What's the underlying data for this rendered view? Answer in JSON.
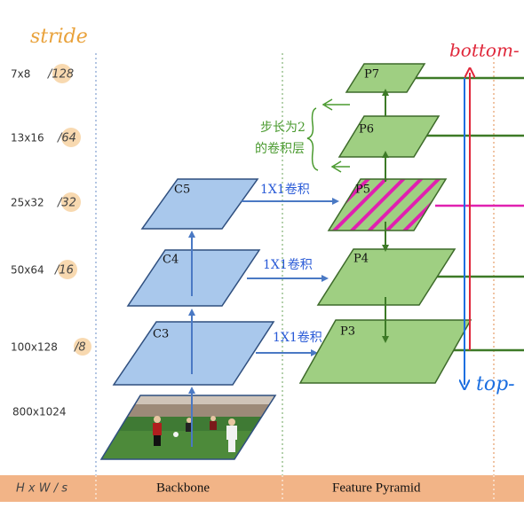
{
  "stride_label": "stride",
  "rows": [
    {
      "res": "7x8",
      "stride": "/128"
    },
    {
      "res": "13x16",
      "stride": "/64"
    },
    {
      "res": "25x32",
      "stride": "/32"
    },
    {
      "res": "50x64",
      "stride": "/16"
    },
    {
      "res": "100x128",
      "stride": "/8"
    },
    {
      "res": "800x1024",
      "stride": ""
    }
  ],
  "backbone": {
    "levels": [
      "C5",
      "C4",
      "C3"
    ]
  },
  "pyramid": {
    "levels": [
      "P7",
      "P6",
      "P5",
      "P4",
      "P3"
    ]
  },
  "annotations": {
    "conv1x1": "1X1卷积",
    "stride2_line1": "步长为2",
    "stride2_line2": "的卷积层",
    "bottom": "bottom-",
    "top": "top-"
  },
  "footer": {
    "hws": "H x W  / s",
    "backbone": "Backbone",
    "pyramid": "Feature Pyramid"
  },
  "colors": {
    "backbone_fill": "#a9c8ec",
    "backbone_stroke": "#2f4f7f",
    "pyramid_fill": "#9fcf82",
    "pyramid_stroke": "#3d6a2a",
    "footer": "#f2b487",
    "stride_bubble": "#f8d9b0",
    "arrow_blue": "#4a79c4",
    "arrow_green": "#3d7a27",
    "magenta": "#e020b0",
    "red": "#e0283b",
    "top_blue": "#1c6fe0"
  }
}
